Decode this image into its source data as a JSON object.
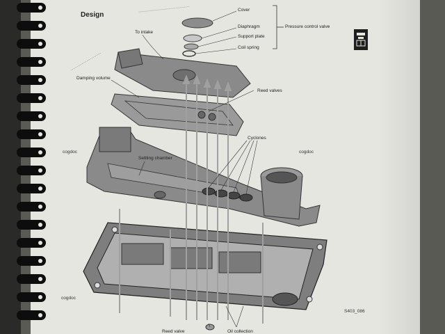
{
  "document": {
    "section_title": "Design",
    "labels": {
      "cover": "Cover",
      "diaphragm": "Diaphragm",
      "support_plate": "Support plate",
      "coil_spring": "Coil spring",
      "pressure_control_valve": "Pressure control valve",
      "to_intake": "To intake",
      "damping_volume": "Damping volume",
      "reed_valves": "Reed valves",
      "cyclones": "Cyclones",
      "settling_chamber": "Settling chamber",
      "reed_valve": "Reed valve",
      "oil_collection": "Oil collection"
    },
    "watermarks": [
      "cogdoc",
      "cogdoc",
      "cogdoc"
    ],
    "figure_code": "S403_086"
  },
  "colors": {
    "paper": "#e6e6e1",
    "part_gray": "#8c8c8c",
    "part_dark": "#3c3c3c",
    "arrow_gray": "#9a9a9a",
    "binding_black": "#111111"
  },
  "icons": [
    "spiral-binding-icon",
    "book-reference-icon"
  ]
}
